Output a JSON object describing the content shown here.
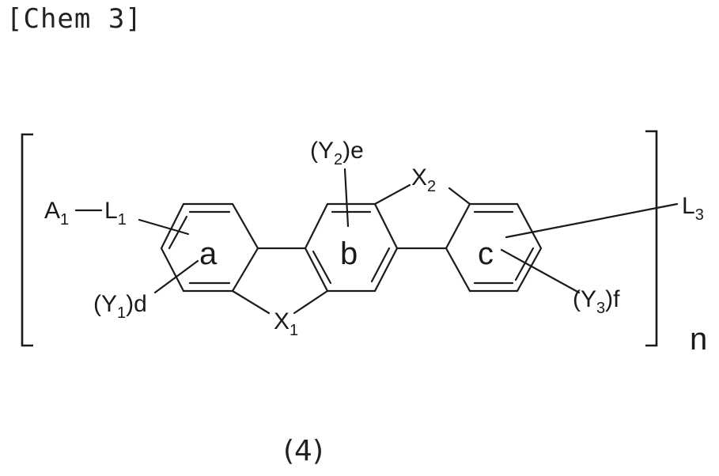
{
  "header": {
    "label": "[Chem 3]"
  },
  "formula_number": "(4)",
  "structure": {
    "ring_labels": {
      "a": "a",
      "b": "b",
      "c": "c"
    },
    "substituents": {
      "A1": {
        "base": "A",
        "sub": "1"
      },
      "L1": {
        "base": "L",
        "sub": "1"
      },
      "L3": {
        "base": "L",
        "sub": "3"
      },
      "X1": {
        "base": "X",
        "sub": "1"
      },
      "X2": {
        "base": "X",
        "sub": "2"
      },
      "Y1": {
        "open": "(Y",
        "sub": "1",
        "close": ")d"
      },
      "Y2": {
        "open": "(Y",
        "sub": "2",
        "close": ")e"
      },
      "Y3": {
        "open": "(Y",
        "sub": "3",
        "close": ")f"
      }
    },
    "repeat_index": "n"
  }
}
